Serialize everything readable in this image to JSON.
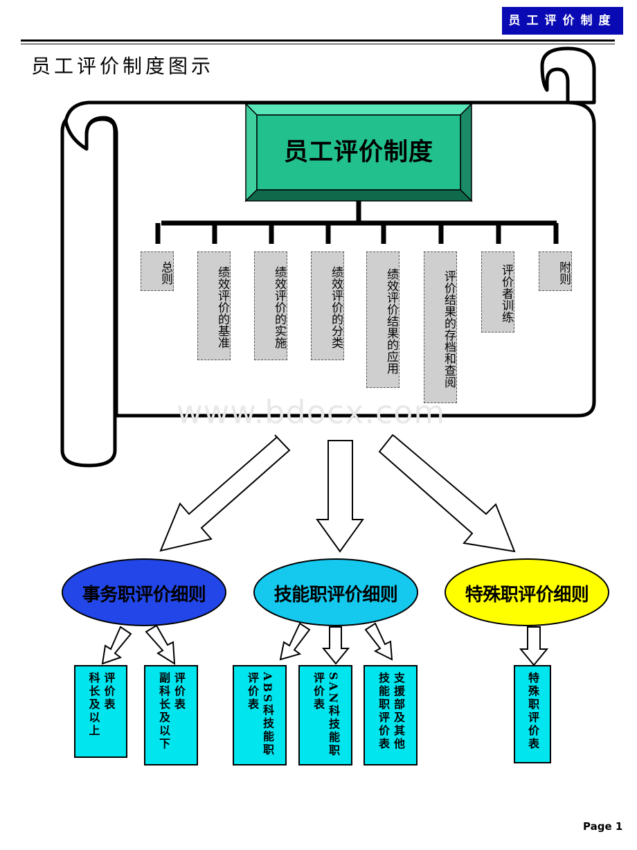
{
  "header": {
    "badge": "员工评价制度"
  },
  "page_title": "员工评价制度图示",
  "root": {
    "label": "员工评价制度"
  },
  "sections": [
    {
      "label": "总则"
    },
    {
      "label": "绩效评价的基准"
    },
    {
      "label": "绩效评价的实施"
    },
    {
      "label": "绩效评价的分类"
    },
    {
      "label": "绩效评价结果的应用"
    },
    {
      "label": "评价结果的存档和查阅"
    },
    {
      "label": "评价者训练"
    },
    {
      "label": "附则"
    }
  ],
  "categories": [
    {
      "label": "事务职评价细则",
      "color": "#2246e8"
    },
    {
      "label": "技能职评价细则",
      "color": "#14c8ee"
    },
    {
      "label": "特殊职评价细则",
      "color": "#ffff00"
    }
  ],
  "forms": [
    {
      "col1": "评价表",
      "col2": "科长及以上"
    },
    {
      "col1": "评价表",
      "col2": "副科长及以下"
    },
    {
      "col1": "ABS科技能职",
      "col2": "评价表"
    },
    {
      "col1": "SAN科技能职",
      "col2": "评价表"
    },
    {
      "col1": "支援部及其他",
      "col2": "技能职评价表"
    },
    {
      "col1": "特殊职评价表",
      "col2": ""
    }
  ],
  "watermark": "www.bdocx.com",
  "footer": {
    "page": "Page 1"
  }
}
